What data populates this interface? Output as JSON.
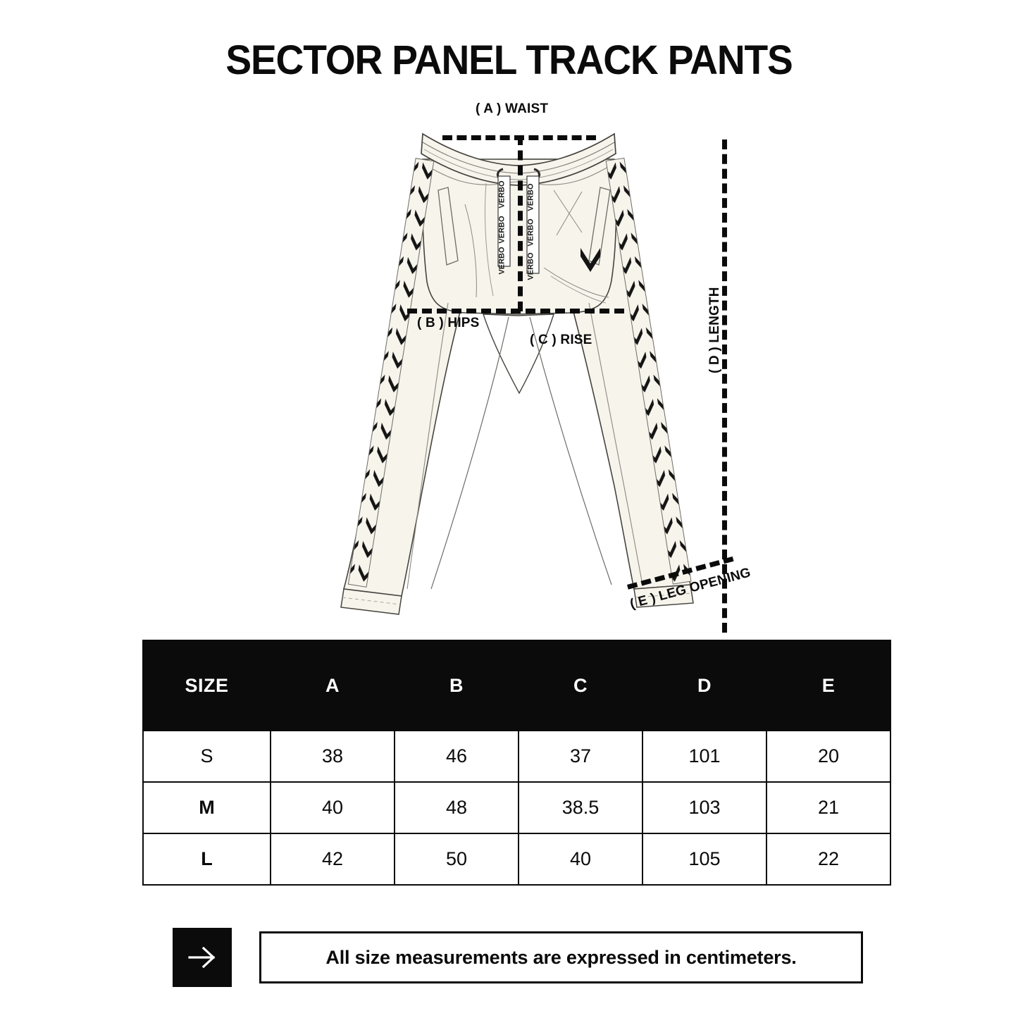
{
  "title": "SECTOR PANEL TRACK PANTS",
  "measurements": {
    "waist": "( A ) WAIST",
    "hips": "( B ) HIPS",
    "rise": "( C ) RISE",
    "length": "( D ) LENGTH",
    "leg_opening": "( E ) LEG OPENING"
  },
  "garment": {
    "brand_tape_text": "VERBO",
    "fabric_color": "#f7f4ec",
    "outline_color": "#3a3a38",
    "chevron_color": "#141414"
  },
  "table": {
    "headers": [
      "SIZE",
      "A",
      "B",
      "C",
      "D",
      "E"
    ],
    "rows": [
      {
        "size": "S",
        "a": "38",
        "b": "46",
        "c": "37",
        "d": "101",
        "e": "20"
      },
      {
        "size": "M",
        "a": "40",
        "b": "48",
        "c": "38.5",
        "d": "103",
        "e": "21"
      },
      {
        "size": "L",
        "a": "42",
        "b": "50",
        "c": "40",
        "d": "105",
        "e": "22"
      }
    ]
  },
  "footer": {
    "arrow_icon": "arrow-right-icon",
    "note": "All size measurements are expressed in centimeters."
  },
  "colors": {
    "ink": "#0b0b0b",
    "paper": "#ffffff"
  }
}
